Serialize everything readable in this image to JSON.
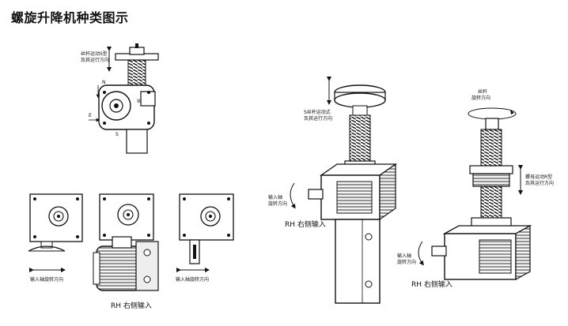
{
  "title": "螺旋升降机种类图示",
  "labels": {
    "top_center_a": "丝杆运动S型",
    "top_center_b": "及其运行方向",
    "letter_n": "N",
    "letter_w": "W",
    "letter_e": "E",
    "letter_s": "S",
    "input_dir_left": "输入轴旋转方向",
    "input_dir_right": "输入轴旋转方向",
    "rh_left": "RH  右侧输入",
    "center_top_a": "S丝杆运动式",
    "center_top_b": "及其运行方向",
    "center_input_a": "输入轴",
    "center_input_b": "旋转方向",
    "rh_center": "RH  右侧输入",
    "right_top_a": "丝杆",
    "right_top_b": "旋转方向",
    "right_nut_a": "螺母运动R型",
    "right_nut_b": "及其运行方向",
    "right_input_a": "输入轴",
    "right_input_b": "旋转方向",
    "rh_right": "RH  右侧输入"
  },
  "colors": {
    "ink": "#111111",
    "paper": "#ffffff",
    "shade": "#9a9a9a"
  }
}
